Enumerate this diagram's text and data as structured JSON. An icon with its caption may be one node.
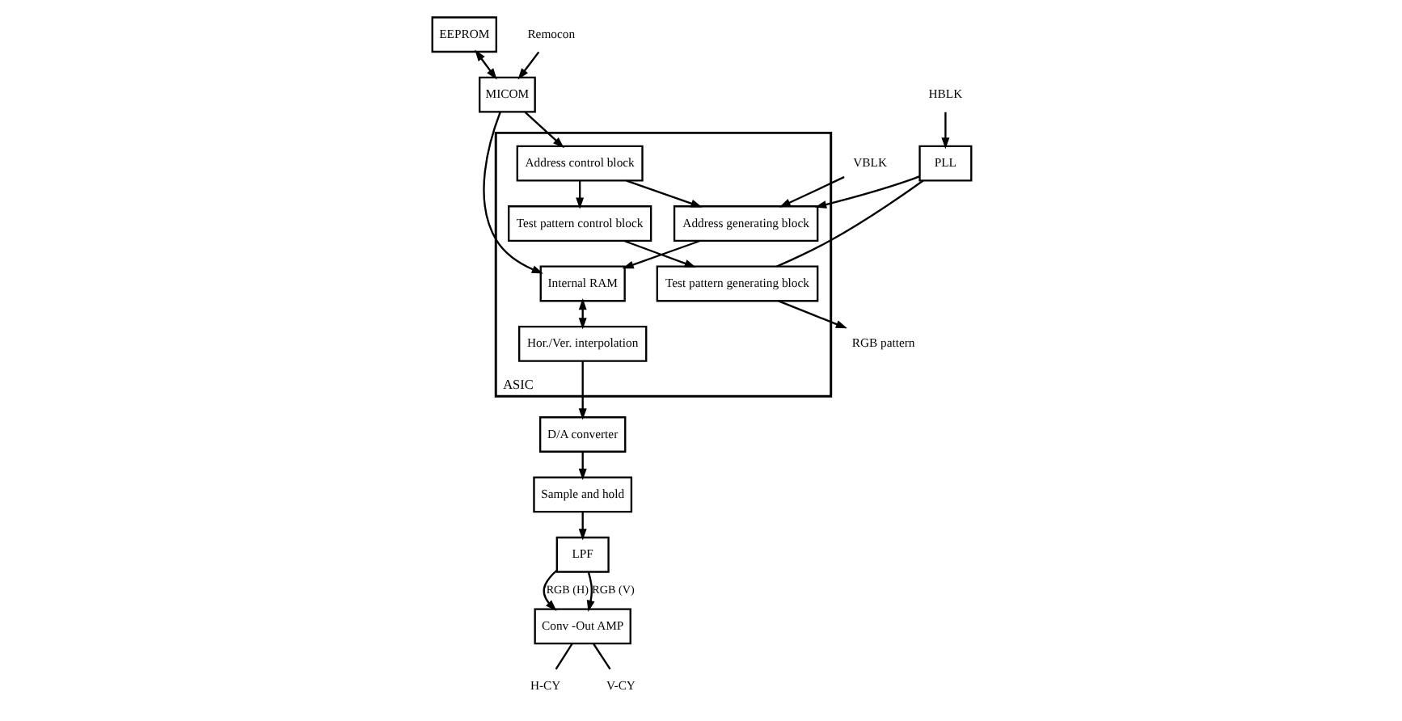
{
  "diagram": {
    "nodes": [
      {
        "text": [
          "EEPROM"
        ]
      },
      {
        "text": [
          "MICOM"
        ]
      },
      {
        "text": [
          "Remocon"
        ]
      },
      {
        "text": [
          "ASIC"
        ]
      },
      {
        "text": [
          "Internal RAM"
        ],
        "in": 3
      },
      {
        "text": [
          "Hor./Ver. interpolation"
        ],
        "in": 3
      },
      {
        "text": [
          "Address generating block"
        ],
        "in": 3
      },
      {
        "text": [
          "Address control block"
        ],
        "in": 3
      },
      {
        "text": [
          "Test pattern control block"
        ],
        "in": 3
      },
      {
        "text": [
          "Test pattern generating block"
        ],
        "in": 3
      },
      {
        "text": [
          "D/A converter"
        ]
      },
      {
        "text": [
          "Sample and hold"
        ]
      },
      {
        "text": [
          "VBLK"
        ]
      },
      {
        "text": [
          "HBLK"
        ]
      },
      {
        "text": [
          "PLL"
        ]
      },
      {
        "text": [
          "RGB pattern"
        ]
      },
      {
        "text": [
          "LPF"
        ]
      },
      {
        "text": [
          "Conv -Out AMP"
        ]
      },
      {
        "text": [
          "H-CY"
        ]
      },
      {
        "text": [
          "V-CY"
        ]
      }
    ],
    "edges": [
      {
        "from": 0,
        "to": 1,
        "arrow": "both"
      },
      {
        "from": 2,
        "to": 1,
        "arrow": "to"
      },
      {
        "from": 1,
        "to": 4,
        "arrow": "to"
      },
      {
        "from": 1,
        "to": 7,
        "arrow": "to"
      },
      {
        "from": 4,
        "to": 5,
        "arrow": "both"
      },
      {
        "from": 5,
        "to": 10,
        "arrow": "to"
      },
      {
        "from": 10,
        "to": 11,
        "arrow": "to"
      },
      {
        "from": 11,
        "to": 16,
        "arrow": "to"
      },
      {
        "from": 16,
        "to": 17,
        "arrow": "to",
        "label": "RGB (H)"
      },
      {
        "from": 16,
        "to": 17,
        "arrow": "to",
        "label": "RGB (V)"
      },
      {
        "from": 6,
        "to": 4,
        "arrow": "to"
      },
      {
        "from": 7,
        "to": 6,
        "arrow": "to"
      },
      {
        "from": 7,
        "to": 8,
        "arrow": "to"
      },
      {
        "from": 8,
        "to": 9,
        "arrow": "to"
      },
      {
        "from": 12,
        "to": 6,
        "arrow": "to"
      },
      {
        "from": 13,
        "to": 14,
        "arrow": "to"
      },
      {
        "from": 14,
        "to": 6,
        "arrow": "to"
      },
      {
        "from": 14,
        "to": 9,
        "arrow": "none"
      },
      {
        "from": 9,
        "to": 15,
        "arrow": "to"
      },
      {
        "from": 17,
        "to": 18,
        "arrow": "none"
      },
      {
        "from": 17,
        "to": 19,
        "arrow": "none"
      }
    ]
  }
}
